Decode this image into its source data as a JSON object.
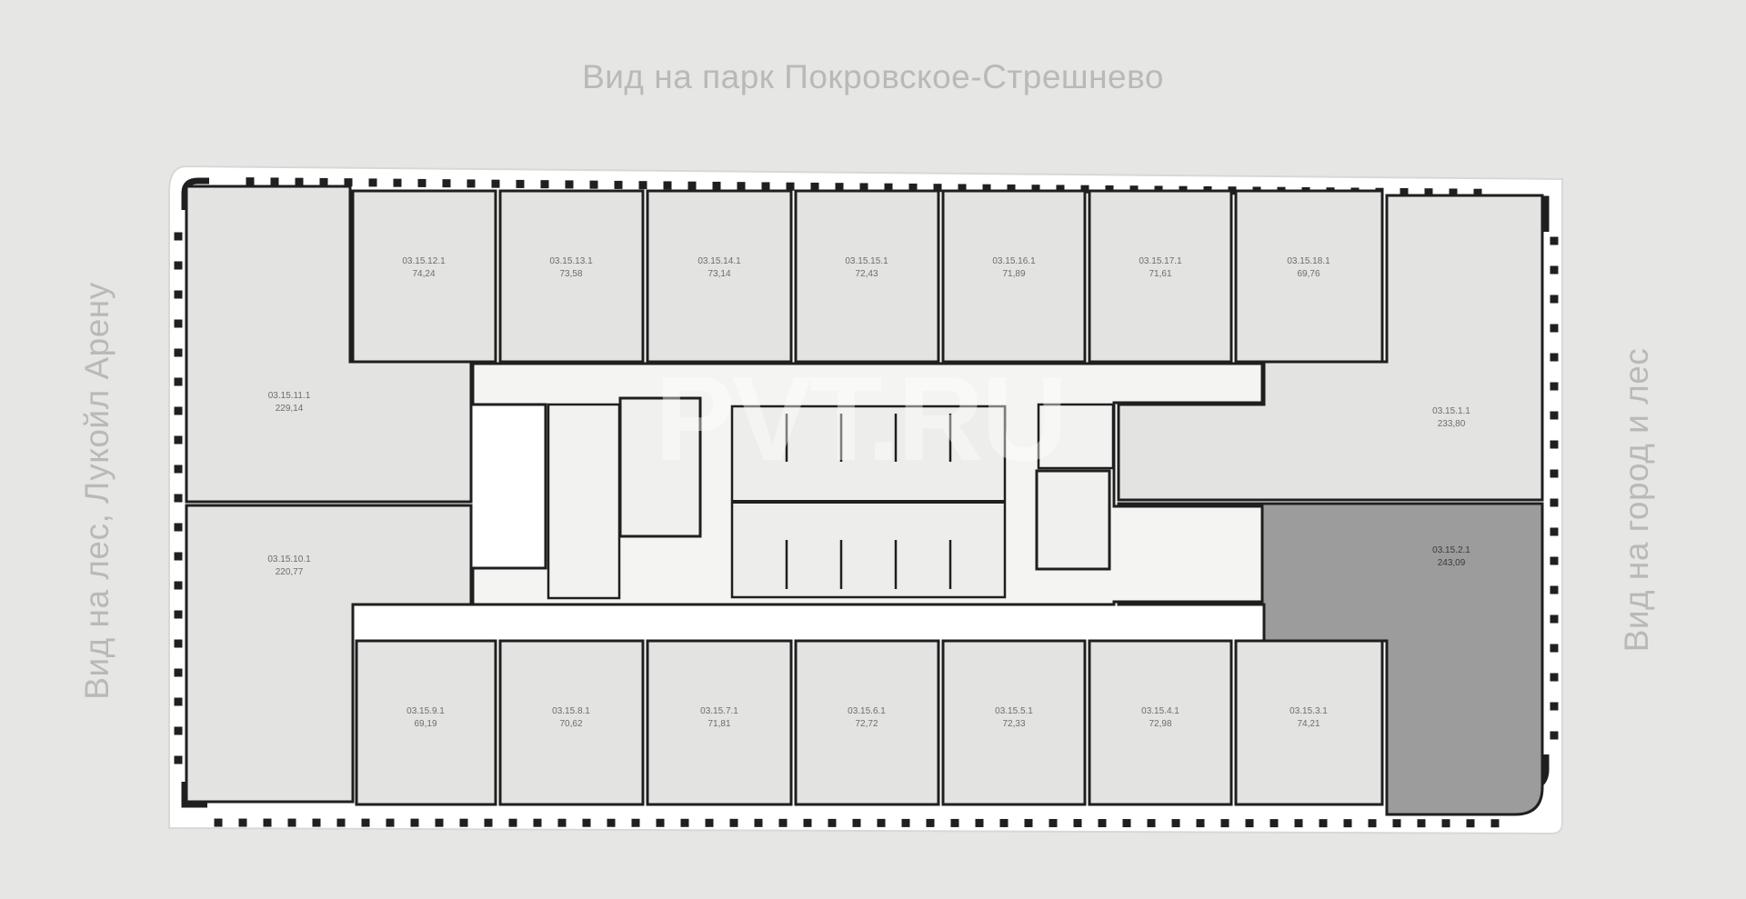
{
  "views": {
    "top": "Вид на парк Покровское-Стрешнево",
    "left": "Вид на лес, Лукойл Арену",
    "right": "Вид на город и лес"
  },
  "watermark": "PVT.RU",
  "colors": {
    "background": "#e6e6e4",
    "room": "#e3e3e1",
    "highlight": "#9c9c9c",
    "wall": "#1f1f1f"
  },
  "units": [
    {
      "id": "03.15.12.1",
      "area": "74,24",
      "highlighted": false
    },
    {
      "id": "03.15.13.1",
      "area": "73,58",
      "highlighted": false
    },
    {
      "id": "03.15.14.1",
      "area": "73,14",
      "highlighted": false
    },
    {
      "id": "03.15.15.1",
      "area": "72,43",
      "highlighted": false
    },
    {
      "id": "03.15.16.1",
      "area": "71,89",
      "highlighted": false
    },
    {
      "id": "03.15.17.1",
      "area": "71,61",
      "highlighted": false
    },
    {
      "id": "03.15.18.1",
      "area": "69,76",
      "highlighted": false
    },
    {
      "id": "03.15.11.1",
      "area": "229,14",
      "highlighted": false
    },
    {
      "id": "03.15.10.1",
      "area": "220,77",
      "highlighted": false
    },
    {
      "id": "03.15.1.1",
      "area": "233,80",
      "highlighted": false
    },
    {
      "id": "03.15.2.1",
      "area": "243,09",
      "highlighted": true
    },
    {
      "id": "03.15.9.1",
      "area": "69,19",
      "highlighted": false
    },
    {
      "id": "03.15.8.1",
      "area": "70,62",
      "highlighted": false
    },
    {
      "id": "03.15.7.1",
      "area": "71,81",
      "highlighted": false
    },
    {
      "id": "03.15.6.1",
      "area": "72,72",
      "highlighted": false
    },
    {
      "id": "03.15.5.1",
      "area": "72,33",
      "highlighted": false
    },
    {
      "id": "03.15.4.1",
      "area": "72,98",
      "highlighted": false
    },
    {
      "id": "03.15.3.1",
      "area": "74,21",
      "highlighted": false
    }
  ]
}
